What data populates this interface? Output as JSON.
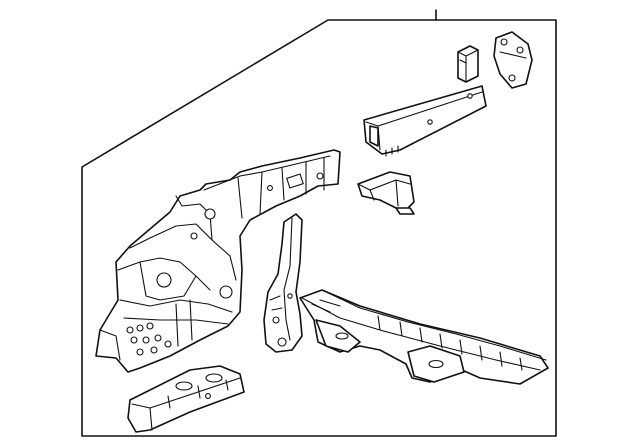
{
  "diagram": {
    "callout_number": "",
    "background": "#ffffff",
    "line_color": "#111111",
    "parts": [
      {
        "id": "inner-structure-assembly",
        "icon": "front-structure-panel"
      },
      {
        "id": "rail-extension",
        "icon": "long-bracket"
      },
      {
        "id": "gusset-bracket",
        "icon": "small-gusset"
      },
      {
        "id": "mount-plate",
        "icon": "triangular-plate"
      },
      {
        "id": "small-bracket",
        "icon": "angle-bracket"
      },
      {
        "id": "hinge-pillar-brace",
        "icon": "vertical-brace"
      },
      {
        "id": "floor-rail",
        "icon": "floor-crossmember"
      },
      {
        "id": "lower-reinforcement",
        "icon": "lower-panel"
      }
    ]
  }
}
